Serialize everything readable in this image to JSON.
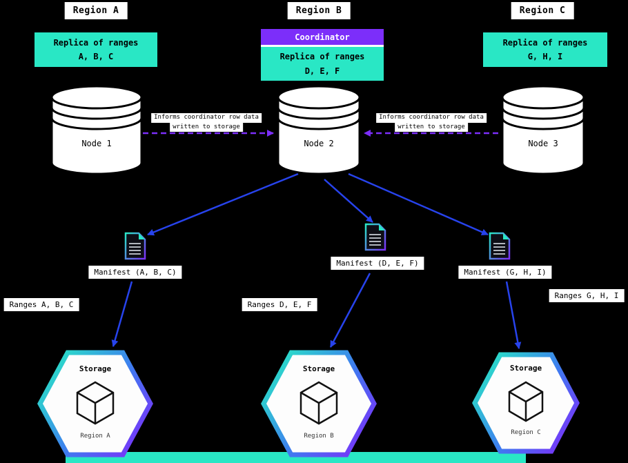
{
  "colors": {
    "background": "#000000",
    "cyan": "#29E7C5",
    "purple": "#7C2EFA",
    "blue": "#2743EC"
  },
  "coordinator_label": "Coordinator",
  "informs_note": {
    "line1": "Informs coordinator row data",
    "line2": "written to storage"
  },
  "regions": [
    {
      "title": "Region A",
      "replica_line1": "Replica of ranges",
      "replica_line2": "A, B, C",
      "node": "Node 1",
      "manifest": "Manifest (A, B, C)",
      "ranges": "Ranges A, B, C",
      "storage_title": "Storage",
      "storage_region": "Region A"
    },
    {
      "title": "Region B",
      "replica_line1": "Replica of ranges",
      "replica_line2": "D, E, F",
      "node": "Node 2",
      "manifest": "Manifest (D, E, F)",
      "ranges": "Ranges D, E, F",
      "storage_title": "Storage",
      "storage_region": "Region B"
    },
    {
      "title": "Region C",
      "replica_line1": "Replica of ranges",
      "replica_line2": "G, H, I",
      "node": "Node 3",
      "manifest": "Manifest (G, H, I)",
      "ranges": "Ranges G, H, I",
      "storage_title": "Storage",
      "storage_region": "Region C"
    }
  ]
}
